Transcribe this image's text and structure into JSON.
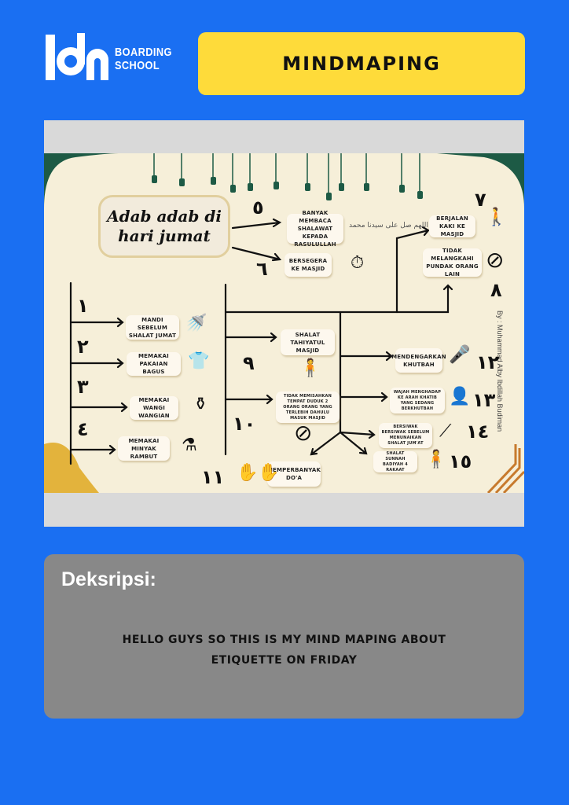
{
  "header": {
    "logo_text_line1": "BOARDING",
    "logo_text_line2": "SCHOOL",
    "logo_mark": "idn",
    "title": "MINDMAPING"
  },
  "mindmap": {
    "title": "Adab adab di hari jumat",
    "author": "By : Muhammad Alby Ibdillah Budiman",
    "arabic_calligraphy": "اللهم صل على سيدنا محمد",
    "items": [
      {
        "num": "١",
        "label": "MANDI SEBELUM SHALAT JUMAT",
        "icon": "shower-icon"
      },
      {
        "num": "٢",
        "label": "MEMAKAI PAKAIAN BAGUS",
        "icon": "clothes-icon"
      },
      {
        "num": "٣",
        "label": "MEMAKAI WANGI WANGIAN",
        "icon": "perfume-icon"
      },
      {
        "num": "٤",
        "label": "MEMAKAI MINYAK RAMBUT",
        "icon": "dropper-bottle-icon"
      },
      {
        "num": "٥",
        "label": "BANYAK MEMBACA SHALAWAT KEPADA RASULULLAH",
        "icon": "calligraphy-icon"
      },
      {
        "num": "٦",
        "label": "BERSEGERA KE MASJID",
        "icon": "stopwatch-icon"
      },
      {
        "num": "٧",
        "label": "BERJALAN KAKI KE MASJID",
        "icon": "walking-person-icon"
      },
      {
        "num": "٨",
        "label": "TIDAK MELANGKAHI PUNDAK ORANG LAIN",
        "icon": "prohibited-icon"
      },
      {
        "num": "٩",
        "label": "SHALAT TAHIYATUL MASJID",
        "icon": "praying-man-icon"
      },
      {
        "num": "١٠",
        "label": "TIDAK MEMISAHKAN TEMPAT DUDUK 2 ORANG ORANG YANG TERLEBIH DAHULU MASUK MASJID",
        "icon": "prohibited-icon"
      },
      {
        "num": "١١",
        "label": "MEMPERBANYAK DO'A",
        "icon": "praying-hands-icon"
      },
      {
        "num": "١٢",
        "label": "MENDENGARKAN KHUTBAH",
        "icon": "preacher-podium-icon"
      },
      {
        "num": "١٣",
        "label": "WAJAH MENGHADAP KE ARAH KHATIB YANG SEDANG BERKHUTBAH",
        "icon": "head-profile-icon"
      },
      {
        "num": "١٤",
        "label": "BERSIWAK BERSIWAK SEBELUM MENUNAIKAN SHALAT JUM'AT",
        "icon": "siwak-icon"
      },
      {
        "num": "١٥",
        "label": "SHALAT SUNNAH BADIYAH 4 RAKAAT",
        "icon": "praying-man-icon"
      }
    ]
  },
  "description": {
    "label": "Deksripsi:",
    "text": "HELLO GUYS SO THIS IS MY MIND MAPING ABOUT ETIQUETTE ON FRIDAY"
  },
  "colors": {
    "background": "#1a6ff2",
    "title_bg": "#fedb3a",
    "map_bg": "#f6efd9",
    "desc_bg": "#888888",
    "green": "#1d5a45",
    "gold": "#e3b33c"
  }
}
